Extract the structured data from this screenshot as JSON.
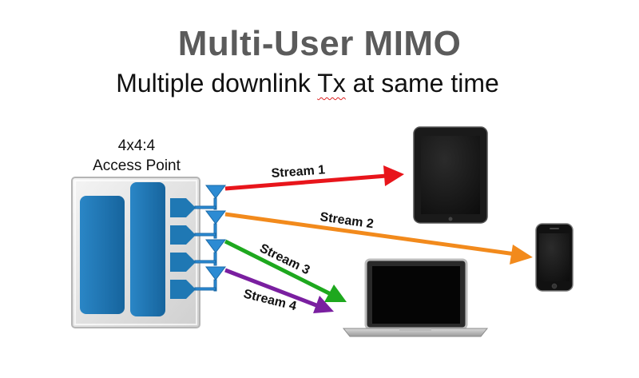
{
  "header": {
    "title": "Multi-User MIMO",
    "subtitle_before": "Multiple downlink ",
    "subtitle_tx": "Tx",
    "subtitle_after": " at same time"
  },
  "access_point": {
    "config": "4x4:4",
    "name": "Access Point"
  },
  "streams": [
    {
      "label": "Stream 1",
      "color": "#e8151b",
      "target": "tablet"
    },
    {
      "label": "Stream 2",
      "color": "#f28a1c",
      "target": "phone"
    },
    {
      "label": "Stream 3",
      "color": "#1ea81e",
      "target": "laptop"
    },
    {
      "label": "Stream 4",
      "color": "#7a1fa0",
      "target": "laptop"
    }
  ],
  "devices": [
    "tablet-icon",
    "phone-icon",
    "laptop-icon"
  ],
  "colors": {
    "ap_box": "#e6e6e6",
    "ap_blocks": "#1f78b4",
    "antenna": "#2c8bd3"
  }
}
